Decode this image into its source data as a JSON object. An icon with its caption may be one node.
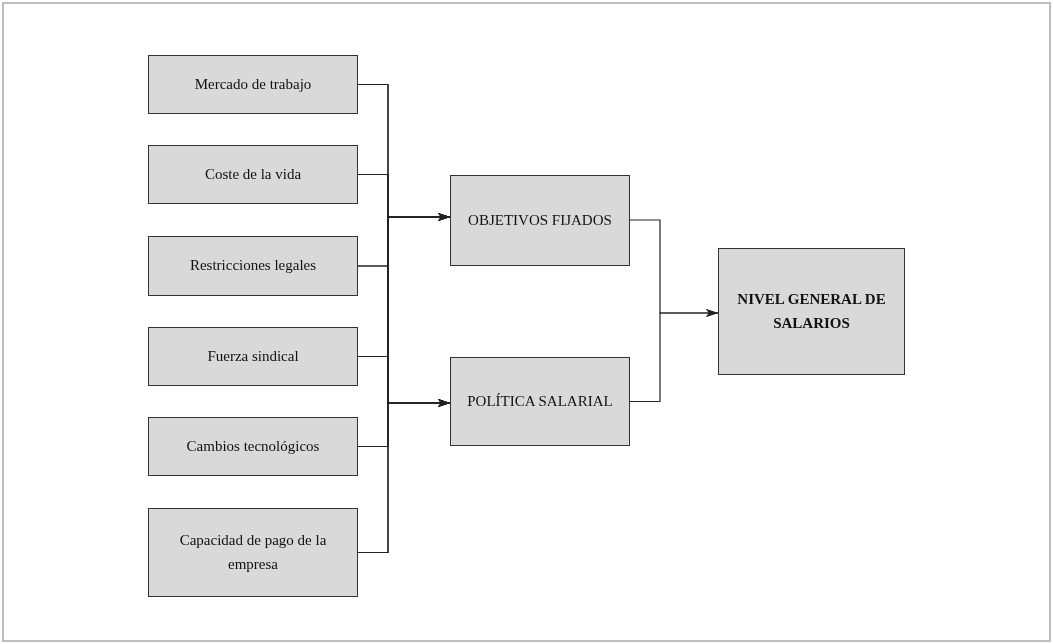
{
  "diagram": {
    "nodes": [
      {
        "text": [
          "Mercado de trabajo"
        ]
      },
      {
        "text": [
          "Coste de la vida"
        ]
      },
      {
        "text": [
          "Restricciones legales"
        ]
      },
      {
        "text": [
          "Fuerza sindical"
        ]
      },
      {
        "text": [
          "Cambios tecnológicos"
        ]
      },
      {
        "text": [
          "Capacidad de pago de la empresa"
        ]
      },
      {
        "text": [
          "OBJETIVOS FIJADOS"
        ]
      },
      {
        "text": [
          "POLÍTICA SALARIAL"
        ]
      },
      {
        "text": [
          "NIVEL GENERAL DE SALARIOS"
        ]
      }
    ],
    "edges": [
      {
        "from": 0,
        "to": 6,
        "arrow": "to"
      },
      {
        "from": 1,
        "to": 6,
        "arrow": "to"
      },
      {
        "from": 2,
        "to": 6,
        "arrow": "to"
      },
      {
        "from": 3,
        "to": 6,
        "arrow": "to"
      },
      {
        "from": 4,
        "to": 6,
        "arrow": "to"
      },
      {
        "from": 5,
        "to": 6,
        "arrow": "to"
      },
      {
        "from": 0,
        "to": 7,
        "arrow": "to"
      },
      {
        "from": 1,
        "to": 7,
        "arrow": "to"
      },
      {
        "from": 2,
        "to": 7,
        "arrow": "to"
      },
      {
        "from": 3,
        "to": 7,
        "arrow": "to"
      },
      {
        "from": 4,
        "to": 7,
        "arrow": "to"
      },
      {
        "from": 5,
        "to": 7,
        "arrow": "to"
      },
      {
        "from": 6,
        "to": 8,
        "arrow": "to"
      },
      {
        "from": 7,
        "to": 8,
        "arrow": "to"
      }
    ]
  }
}
